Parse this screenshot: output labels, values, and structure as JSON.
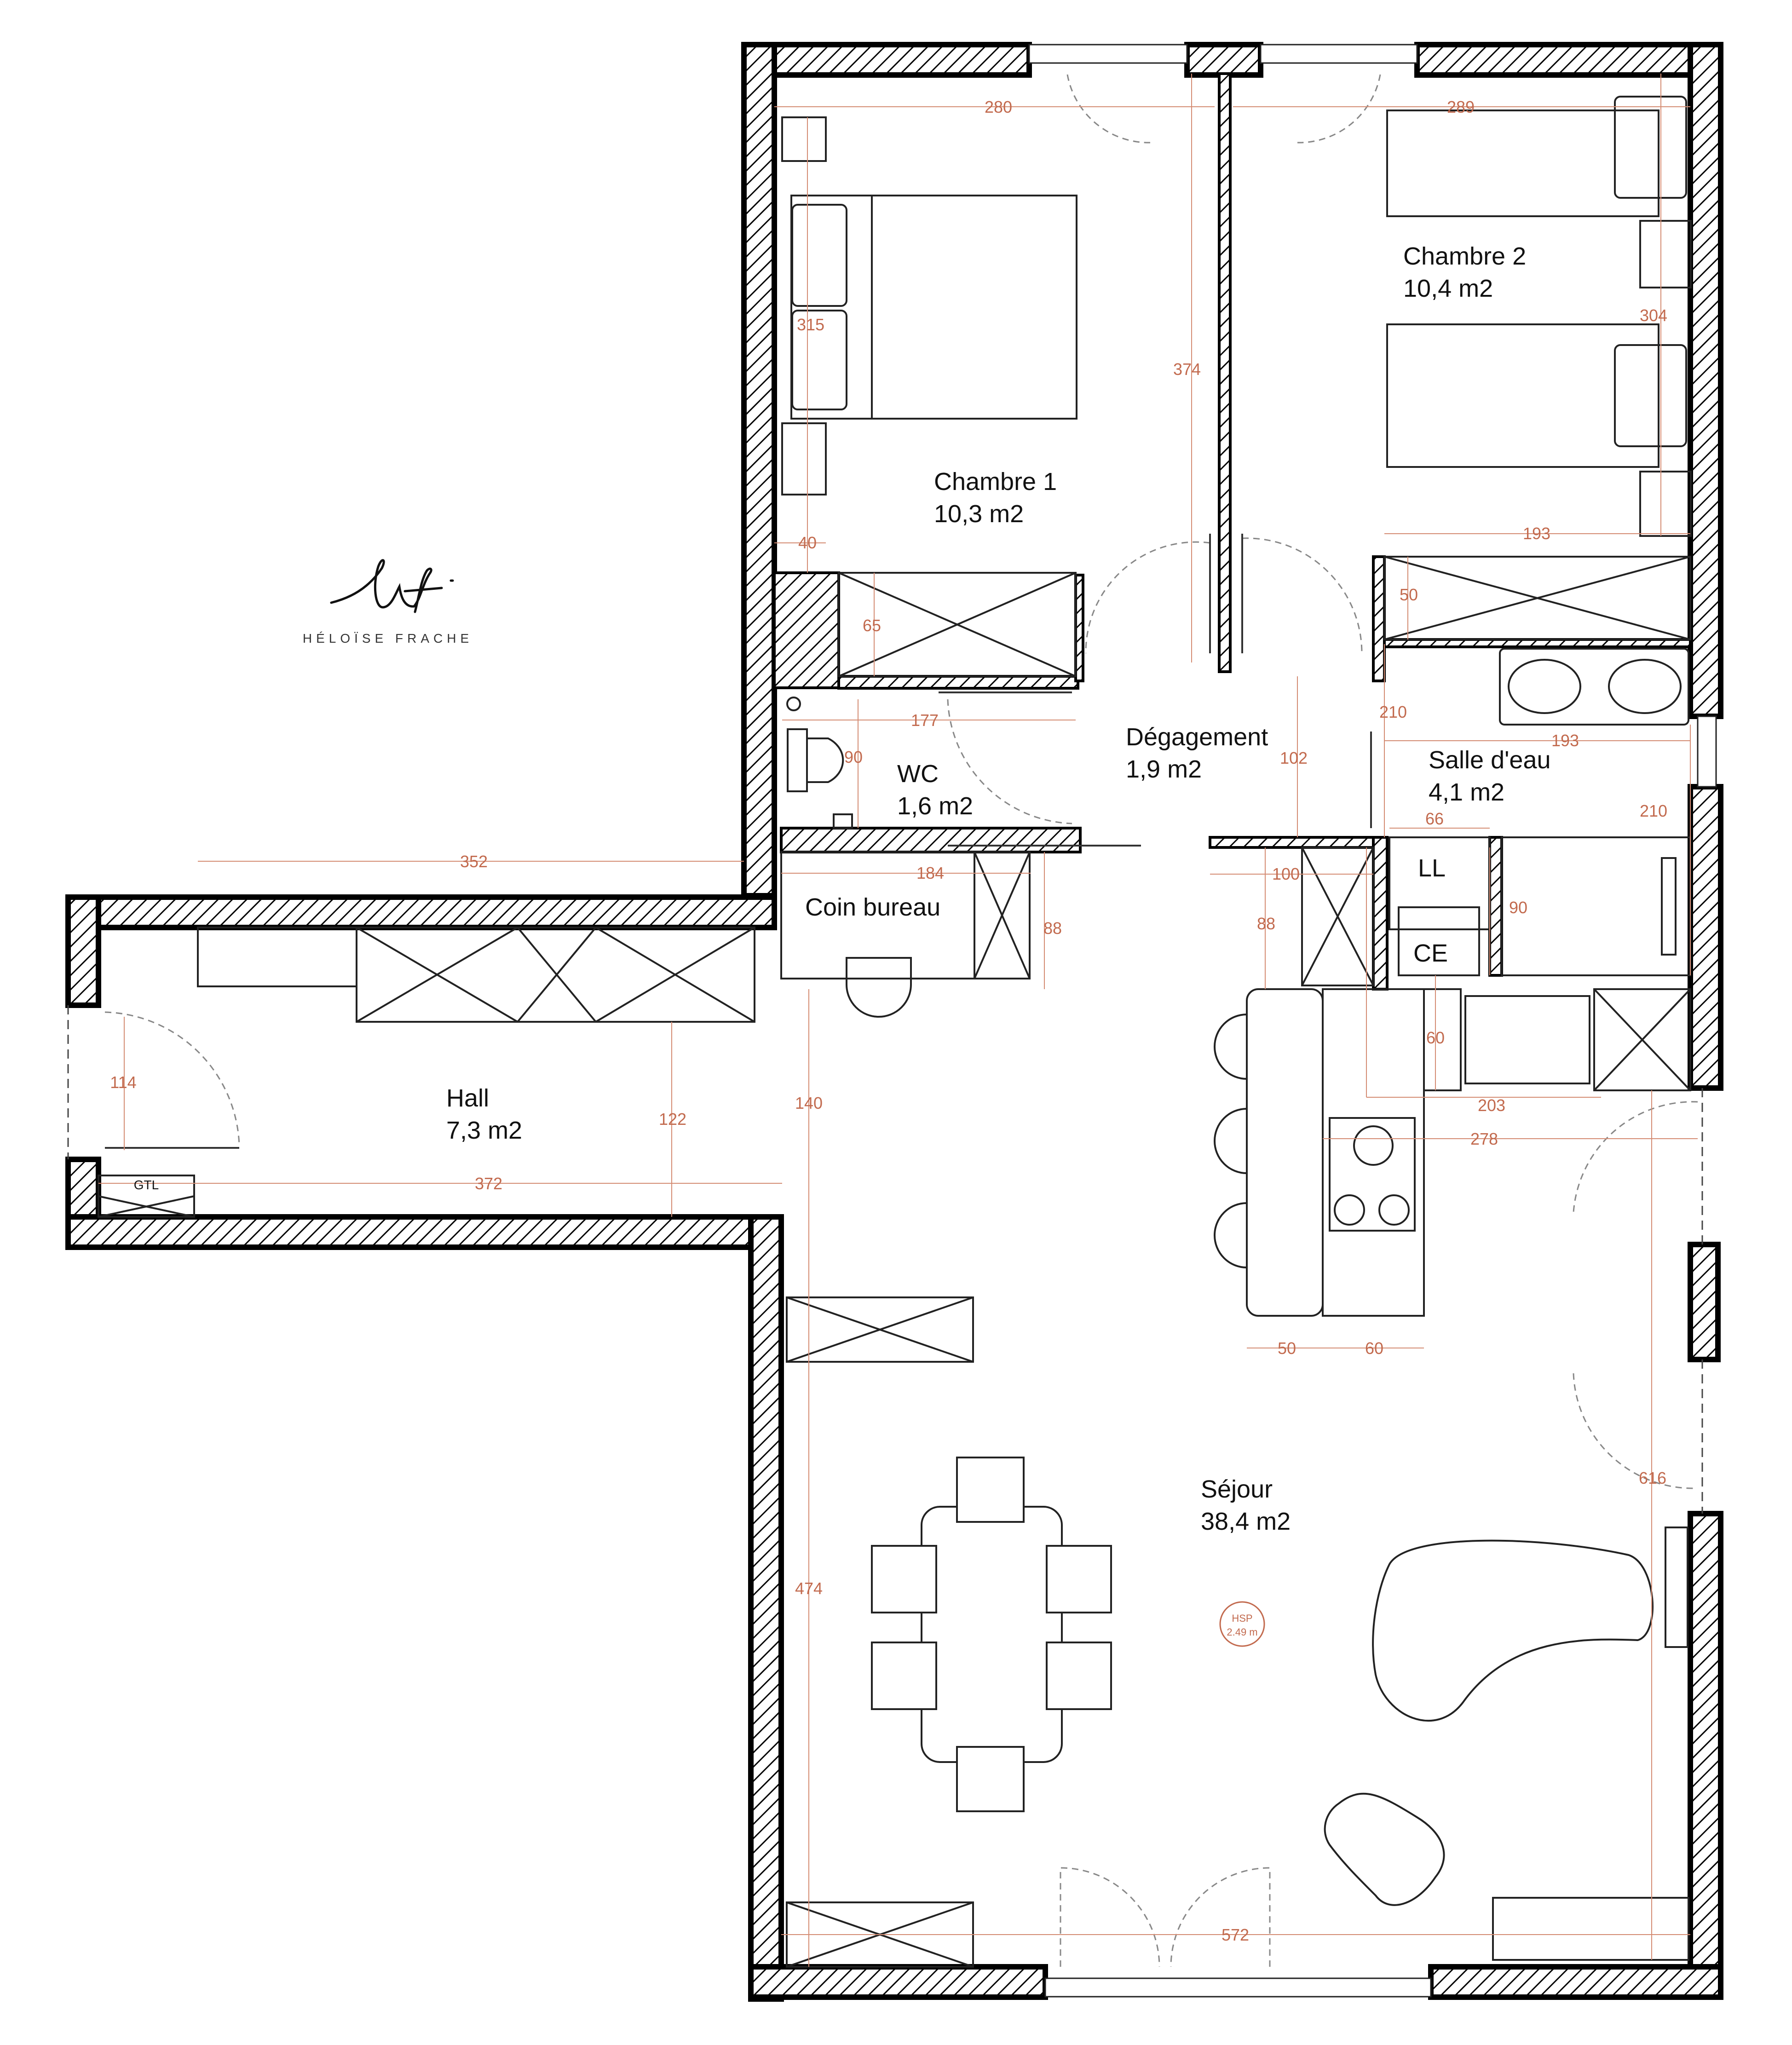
{
  "logo": {
    "monogram": "hf",
    "text": "HÉLOÏSE FRACHE"
  },
  "rooms": {
    "chambre1": {
      "name": "Chambre 1",
      "area": "10,3 m2"
    },
    "chambre2": {
      "name": "Chambre 2",
      "area": "10,4 m2"
    },
    "degagement": {
      "name": "Dégagement",
      "area": "1,9 m2"
    },
    "wc": {
      "name": "WC",
      "area": "1,6 m2"
    },
    "salle_deau": {
      "name": "Salle d'eau",
      "area": "4,1 m2"
    },
    "coin_bureau": {
      "name": "Coin bureau"
    },
    "hall": {
      "name": "Hall",
      "area": "7,3 m2"
    },
    "sejour": {
      "name": "Séjour",
      "area": "38,4 m2"
    }
  },
  "labels": {
    "ll": "LL",
    "ce": "CE",
    "gtl": "GTL",
    "hsp_title": "HSP",
    "hsp_value": "2.49 m"
  },
  "dimensions": {
    "d280": "280",
    "d289": "289",
    "d315": "315",
    "d374": "374",
    "d304": "304",
    "d40": "40",
    "d193a": "193",
    "d65": "65",
    "d50a": "50",
    "d177": "177",
    "d90a": "90",
    "d210a": "210",
    "d102": "102",
    "d193b": "193",
    "d66": "66",
    "d210b": "210",
    "d352": "352",
    "d184": "184",
    "d100": "100",
    "d88a": "88",
    "d88b": "88",
    "d90b": "90",
    "d114": "114",
    "d122": "122",
    "d140": "140",
    "d60a": "60",
    "d203": "203",
    "d278": "278",
    "d372": "372",
    "d50b": "50",
    "d60b": "60",
    "d616": "616",
    "d474": "474",
    "d572": "572"
  },
  "colors": {
    "wall_outline": "#000000",
    "dimension": "#c26a4e",
    "furniture": "#222222"
  }
}
